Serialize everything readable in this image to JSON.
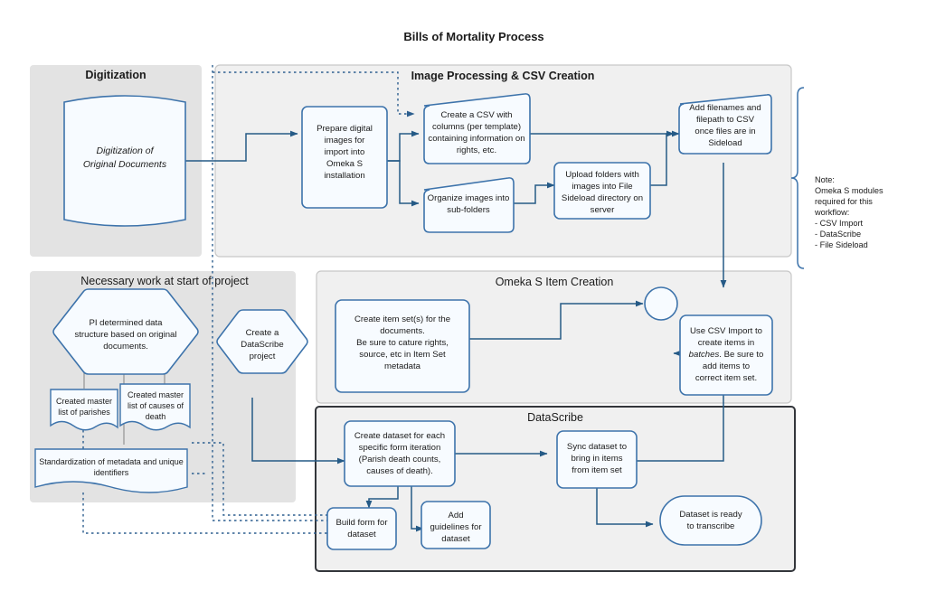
{
  "title": "Bills of Mortality Process",
  "groups": {
    "digitization": {
      "label": "Digitization"
    },
    "image_processing": {
      "label": "Image Processing & CSV Creation"
    },
    "necessary_work": {
      "label": "Necessary work at start of project"
    },
    "omeka_item_creation": {
      "label": "Omeka S Item Creation"
    },
    "datascribe": {
      "label": "DataScribe"
    }
  },
  "nodes": {
    "digitization_docs": {
      "line1": "Digitization of",
      "line2": "Original Documents"
    },
    "prepare_images": {
      "lines": [
        "Prepare digital",
        "images for",
        "import into",
        "Omeka S",
        "installation"
      ]
    },
    "create_csv": {
      "lines": [
        "Create a CSV with",
        "columns (per template)",
        "containing information on",
        "rights, etc."
      ]
    },
    "organize_images": {
      "lines": [
        "Organize images into",
        "sub-folders"
      ]
    },
    "upload_folders": {
      "lines": [
        "Upload folders with",
        "images into File",
        "Sideload directory on",
        "server"
      ]
    },
    "add_filenames": {
      "lines": [
        "Add filenames and",
        "filepath to CSV",
        "once files are in",
        "Sideload"
      ]
    },
    "pi_structure": {
      "lines": [
        "PI determined data",
        "structure based on original",
        "documents."
      ]
    },
    "master_parishes": {
      "lines": [
        "Created master",
        "list of parishes"
      ]
    },
    "master_causes": {
      "lines": [
        "Created master",
        "list of causes of",
        "death"
      ]
    },
    "standardization": {
      "lines": [
        "Standardization of metadata and unique",
        "identifiers"
      ]
    },
    "create_datascribe_project": {
      "lines": [
        "Create a",
        "DataScribe",
        "project"
      ]
    },
    "create_item_sets": {
      "lines": [
        "Create item set(s) for the",
        "documents.",
        "Be sure to cature rights,",
        "source, etc in Item Set",
        "metadata"
      ]
    },
    "merge_junction": {
      "label": ""
    },
    "csv_import": {
      "line1": "Use CSV Import to",
      "line2": "create items in",
      "line3_italic": "batches",
      "line3_rest": ". Be sure to",
      "line4": "add items to",
      "line5": "correct item set."
    },
    "create_dataset": {
      "lines": [
        "Create dataset for each",
        "specific form iteration",
        "(Parish death counts,",
        "causes of death)."
      ]
    },
    "build_form": {
      "lines": [
        "Build form for",
        "dataset"
      ]
    },
    "add_guidelines": {
      "lines": [
        "Add",
        "guidelines for",
        "dataset"
      ]
    },
    "sync_dataset": {
      "lines": [
        "Sync dataset to",
        "bring in items",
        "from item set"
      ]
    },
    "dataset_ready": {
      "lines": [
        "Dataset is ready",
        "to transcribe"
      ]
    }
  },
  "note": {
    "lines": [
      "Note:",
      "Omeka S modules",
      "required for this",
      "workflow:",
      "-  CSV Import",
      "- DataScribe",
      "- File Sideload"
    ]
  },
  "colors": {
    "shape_stroke": "#3d73ab",
    "shape_fill": "#f7fbff",
    "edge": "#255a86",
    "gray_zone": "#e3e3e3",
    "lite_zone": "#f0f0f0",
    "datascribe_border": "#33363b",
    "text": "#1b1b1b"
  }
}
